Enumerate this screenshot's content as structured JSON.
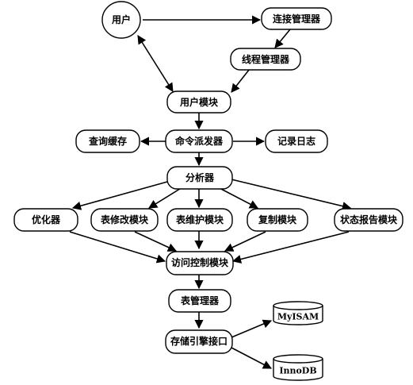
{
  "nodes": {
    "user": "用户",
    "connection_manager": "连接管理器",
    "thread_manager": "线程管理器",
    "user_module": "用户模块",
    "query_cache": "查询缓存",
    "command_dispatcher": "命令派发器",
    "logging": "记录日志",
    "parser": "分析器",
    "optimizer": "优化器",
    "table_modification": "表修改模块",
    "table_maintenance": "表维护模块",
    "replication": "复制模块",
    "status_reporting": "状态报告模块",
    "access_control": "访问控制模块",
    "table_manager": "表管理器",
    "storage_engine_interface": "存储引擎接口",
    "myisam": "MyISAM",
    "innodb": "InnoDB"
  }
}
